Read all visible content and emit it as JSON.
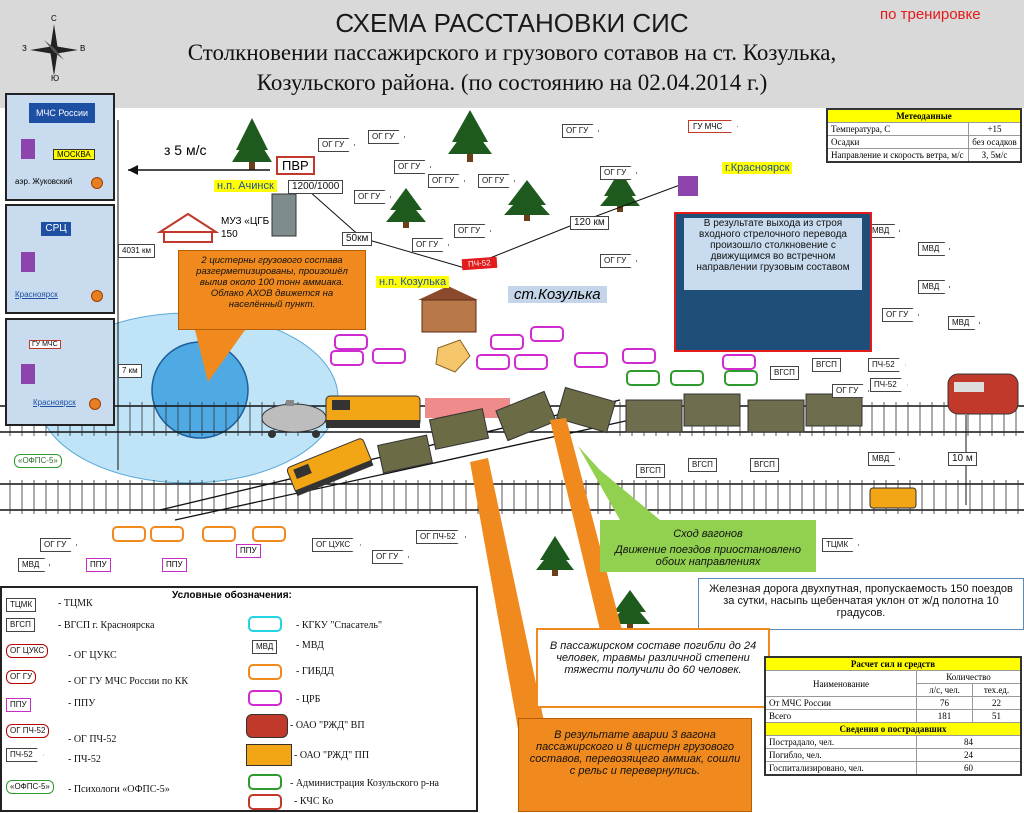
{
  "header": {
    "title": "СХЕМА РАССТАНОВКИ СИС",
    "subtitle1": "Столкновении пассажирского и грузового сотавов на ст. Козулька,",
    "subtitle2": "Козульского района. (по состоянию на 02.04.2014 г.)",
    "training": "по тренировке",
    "compass": {
      "n": "С",
      "s": "Ю",
      "w": "З",
      "e": "В"
    }
  },
  "sidebar": {
    "mchs_label": "МЧС России",
    "moscow": "МОСКВА",
    "airport": "аэр. Жуковский",
    "src": "СРЦ",
    "krasnoyarsk1": "Красноярск",
    "gu_mchs": "ГУ МЧС",
    "krasnoyarsk2": "Красноярск",
    "dist1": "4031 км",
    "dist2": "7 км"
  },
  "map": {
    "wind": "з 5 м/с",
    "pvr": "ПВР",
    "achinsk": "н.п. Ачинск",
    "pvr_count": "1200/1000",
    "muz": "МУЗ «ЦГБ",
    "muz_num": "150",
    "km50": "50км",
    "km120": "120 км",
    "gu_mchs_flag": "ГУ МЧС",
    "krasnoyarsk_city": "г.Красноярск",
    "pch52_flag": "ПЧ-52",
    "kozulka_np": "н.п. Козулька",
    "station": "ст.Козулька",
    "m10": "10 м",
    "ofps5": "«ОФПС-5»"
  },
  "tags": {
    "og_gu": "ОГ ГУ",
    "mvd": "МВД",
    "vgsp": "ВГСП",
    "pch52": "ПЧ-52",
    "og_tsuks": "ОГ ЦУКС",
    "og_pch52": "ОГ ПЧ-52",
    "ppu": "ППУ",
    "tsmk": "ТЦМК"
  },
  "callouts": {
    "tanks": "2 цистерны грузового состава разгерметизированы, произошёл вылив около 100 тонн аммиака. Облако АХОВ движется на населённый пункт.",
    "collision": "В результате выхода из строя входного стрелочного перевода произошло столкновение с движущимся во встречном направлении грузовым составом",
    "derail_title": "Сход вагонов",
    "derail_body": "Движение поездов приостановлено обоих  направлениях",
    "railway": "Железная дорога двухпутная, пропускаемость 150 поездов за сутки, насыпь щебенчатая уклон от ж/д полотна 10 градусов.",
    "dead": "В пассажирском составе погибли до 24 человек, травмы различной степени тяжести получили до 60 человек.",
    "accident": "В результате аварии 3 вагона пассажирского и 8 цистерн грузового составов, перевозящего аммиак, сошли с рельс и перевернулись."
  },
  "weather": {
    "title": "Метеоданные",
    "rows": [
      {
        "label": "Температура, С",
        "value": "+15"
      },
      {
        "label": "Осадки",
        "value": "без осадков"
      },
      {
        "label": "Направление и скорость ветра, м/с",
        "value": "З, 5м/с"
      }
    ]
  },
  "forces": {
    "title": "Расчет сил и средств",
    "col_name": "Наименование",
    "col_qty": "Количество",
    "col_people": "л/с, чел.",
    "col_tech": "тех.ед.",
    "rows": [
      {
        "name": "От МЧС России",
        "people": "76",
        "tech": "22"
      },
      {
        "name": "Всего",
        "people": "181",
        "tech": "51"
      }
    ]
  },
  "victims": {
    "title": "Сведения о пострадавших",
    "rows": [
      {
        "label": "Пострадало, чел.",
        "value": "84"
      },
      {
        "label": "Погибло, чел.",
        "value": "24"
      },
      {
        "label": "Госпитализировано, чел.",
        "value": "60"
      }
    ]
  },
  "legend": {
    "title": "Условные обозначения:",
    "items": {
      "tsmk_tag": "ТЦМК",
      "tsmk": "- ТЦМК",
      "vgsp_tag": "ВГСП",
      "vgsp": "- ВГСП г. Красноярска",
      "og_tsuks_tag": "ОГ ЦУКС",
      "og_tsuks": "- ОГ ЦУКС",
      "og_gu_tag": "ОГ ГУ",
      "og_gu": "- ОГ ГУ МЧС России по КК",
      "ppu_tag": "ППУ",
      "ppu": "- ППУ",
      "og_pch_tag": "ОГ ПЧ-52",
      "og_pch": "- ОГ ПЧ-52",
      "pch_tag": "ПЧ-52",
      "pch": "- ПЧ-52",
      "ofps_tag": "«ОФПС-5»",
      "ofps": "- Психологи «ОФПС-5»",
      "spasatel": "- КГКУ \"Спасатель\"",
      "mvd_tag": "МВД",
      "mvd": "- МВД",
      "gibdd": "- ГИБДД",
      "crb": "- ЦРБ",
      "rzd_vp": "- ОАО \"РЖД\" ВП",
      "rzd_pp": "- ОАО \"РЖД\" ПП",
      "admin": "- Администрация Козульского р-на",
      "kchs": "- КЧС Ко"
    }
  },
  "colors": {
    "header_bg": "#d9d9d9",
    "callout_orange": "#f08a1e",
    "derail_green": "#92d050",
    "table_yellow": "#ffff00",
    "sidebar_blue": "#c9dcef",
    "cloud": "#9fd4f2",
    "station_label": "#c5d5e9"
  }
}
